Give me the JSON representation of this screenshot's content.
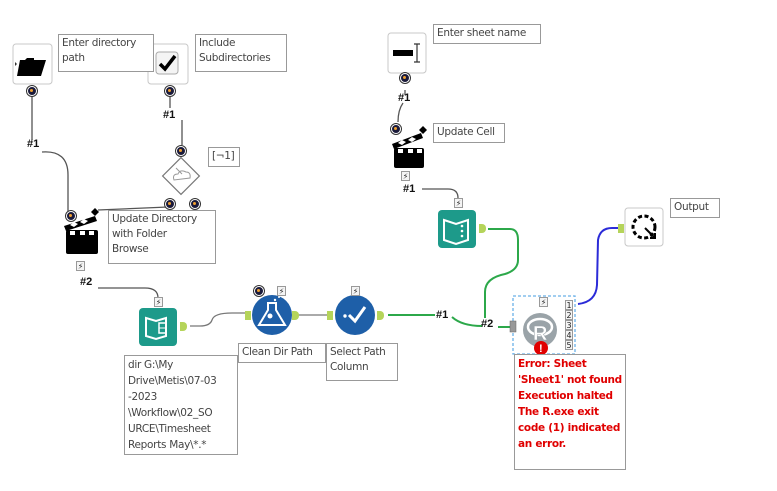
{
  "canvas": {
    "tools": {
      "folder_browse": {
        "label": "Enter directory\npath"
      },
      "check_box": {
        "label": "Include\nSubdirectories"
      },
      "condition": {
        "label": "[¬1]"
      },
      "action_update_dir": {
        "label": "Update Directory\nwith Folder\nBrowse"
      },
      "text_box": {
        "label": "Enter sheet name"
      },
      "action_update_cell": {
        "label": "Update Cell"
      },
      "directory_input": {
        "label": "dir G:\\My\nDrive\\Metis\\07-03\n-2023\n\\Workflow\\02_SO\nURCE\\Timesheet\nReports May\\*.*"
      },
      "formula": {
        "label": "Clean Dir Path"
      },
      "select": {
        "label": "Select Path\nColumn"
      },
      "r_tool": {
        "label": "Error: Sheet\n'Sheet1' not found\nExecution halted\nThe R.exe exit\ncode (1) indicated\nan error."
      },
      "output_macro": {
        "label": "Output"
      }
    },
    "connection_labels": {
      "c1": "#1",
      "c2": "#1",
      "c3": "#2",
      "c4": "#1",
      "c5": "#1",
      "c6": "#1",
      "c7": "#2"
    },
    "r_outputs": [
      "1",
      "2",
      "3",
      "4",
      "5"
    ],
    "colors": {
      "teal": "#1d9a8a",
      "blue": "#1e5fa8",
      "green_conn": "#2ca84a",
      "blue_conn": "#2b2bd8",
      "error_red": "#e00000"
    }
  }
}
